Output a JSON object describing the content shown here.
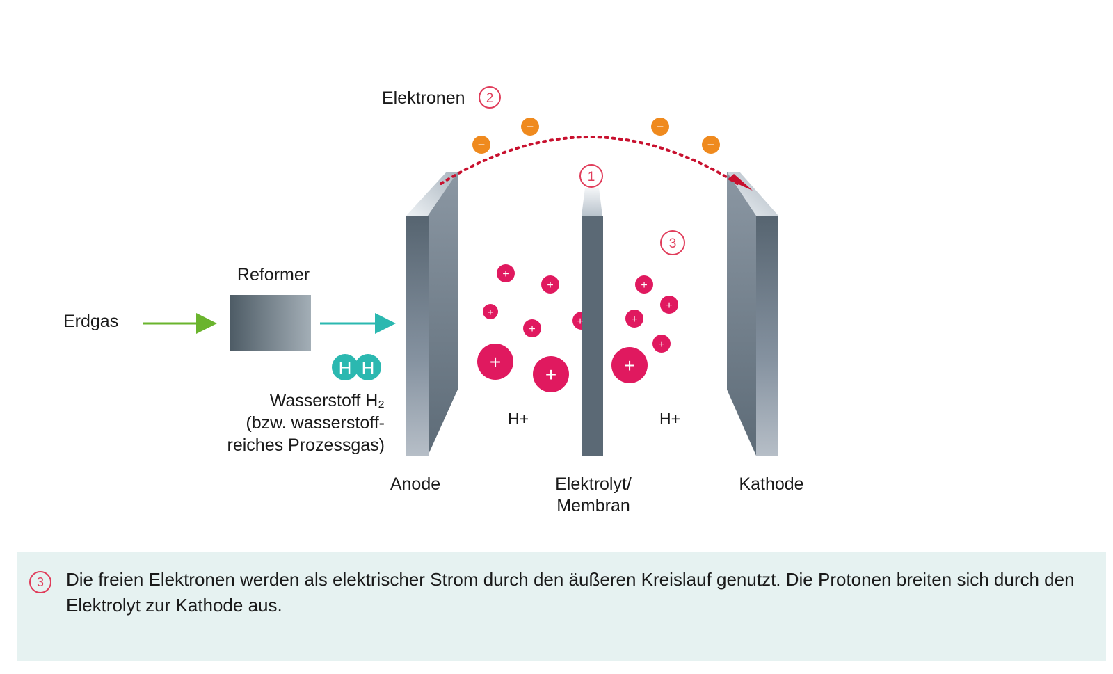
{
  "labels": {
    "erdgas": "Erdgas",
    "reformer": "Reformer",
    "wasserstoff_line1": "Wasserstoff H₂",
    "wasserstoff_line2": "(bzw. wasserstoff-",
    "wasserstoff_line3": "reiches Prozessgas)",
    "anode": "Anode",
    "elektrolyt_line1": "Elektrolyt/",
    "elektrolyt_line2": "Membran",
    "kathode": "Kathode",
    "elektronen": "Elektronen",
    "h_plus_left": "H+",
    "h_plus_right": "H+",
    "hydrogen_atom_1": "H",
    "hydrogen_atom_2": "H"
  },
  "steps": {
    "step1": "1",
    "step2": "2",
    "step3": "3"
  },
  "symbols": {
    "electron": "−",
    "proton": "+"
  },
  "info": {
    "step": "3",
    "text": "Die freien Elektronen werden als elektrischer Strom durch den äußeren Kreislauf genutzt. Die Protonen breiten sich durch den Elektrolyt zur Kathode aus."
  },
  "colors": {
    "step_badge": "#e03c5a",
    "proton": "#e0195f",
    "electron": "#ef8a1e",
    "hydrogen": "#2bb8b0",
    "erdgas_arrow": "#6ab42d",
    "h2_arrow": "#2bb8b0",
    "electron_path": "#c8102e",
    "info_background": "#e6f2f1"
  }
}
